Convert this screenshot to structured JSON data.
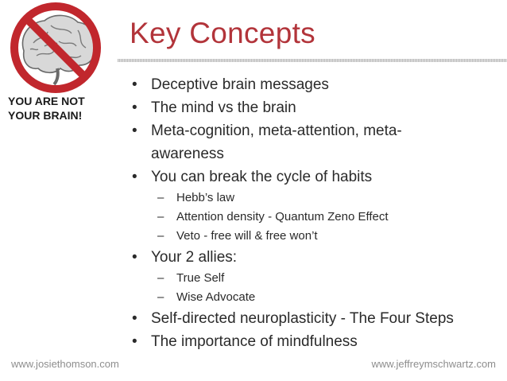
{
  "logo": {
    "line1": "YOU ARE NOT",
    "line2": "YOUR BRAIN!"
  },
  "title": "Key Concepts",
  "bullets": {
    "b0": "Deceptive brain messages",
    "b1": "The mind vs the brain",
    "b2a": "Meta-cognition, meta-attention, meta-",
    "b2b": "awareness",
    "b3": "You can break the cycle of habits",
    "b3s0": "Hebb’s law",
    "b3s1": "Attention density - Quantum Zeno Effect",
    "b3s2": "Veto - free will & free won’t",
    "b4": "Your 2 allies:",
    "b4s0": "True Self",
    "b4s1": "Wise Advocate",
    "b5": "Self-directed neuroplasticity - The Four Steps",
    "b6": "The importance of mindfulness"
  },
  "markers": {
    "bullet": "•",
    "dash": "–"
  },
  "footer": {
    "left": "www.josiethomson.com",
    "right": "www.jeffreymschwartz.com"
  },
  "colors": {
    "title": "#b2343a",
    "sign": "#c1272d",
    "text": "#2a2a2a",
    "footer": "#8e8e8e"
  }
}
